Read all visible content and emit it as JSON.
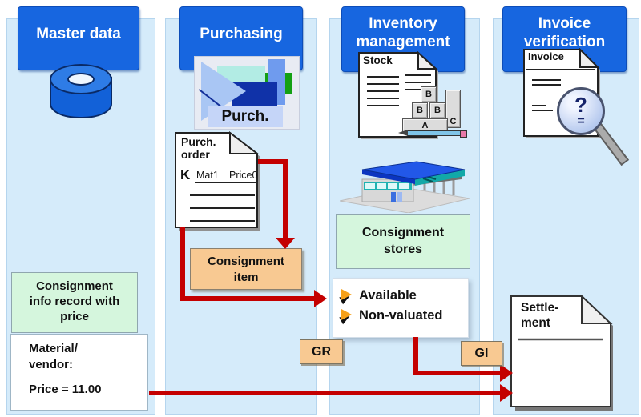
{
  "colors": {
    "header_blue": "#1766e0",
    "panel_blue": "#d5ebfa",
    "green_box": "#d5f6dd",
    "peach_box": "#f8c992",
    "arrow_red": "#c40000"
  },
  "columns": {
    "master": {
      "title": "Master data"
    },
    "purchasing": {
      "title": "Purchasing"
    },
    "inventory": {
      "title1": "Inventory",
      "title2": "management"
    },
    "invoice": {
      "title1": "Invoice",
      "title2": "verification"
    }
  },
  "master": {
    "info_box": {
      "line1": "Consignment",
      "line2": "info record with",
      "line3": "price"
    },
    "material_box": {
      "line1": "Material/",
      "line2": "vendor:",
      "price": "Price = 11.00"
    }
  },
  "purchasing": {
    "icon_label": "Purch.",
    "order_doc": {
      "title1": "Purch.",
      "title2": "order",
      "k": "K",
      "mat": "Mat1",
      "price": "Price0"
    },
    "item_box": {
      "line1": "Consignment",
      "line2": "item"
    },
    "gr_badge": "GR"
  },
  "inventory": {
    "stock_doc": {
      "title": "Stock",
      "block_top": "B",
      "block_left": "B",
      "block_right": "B",
      "block_a": "A",
      "block_c": "C"
    },
    "stores_box": {
      "line1": "Consignment",
      "line2": "stores"
    },
    "status_box": {
      "items": [
        "Available",
        "Non-valuated"
      ]
    },
    "gi_badge": "GI"
  },
  "invoice_verification": {
    "doc_title": "Invoice",
    "magnifier": {
      "question": "?",
      "equals": "="
    },
    "settlement_doc": {
      "line1": "Settle-",
      "line2": "ment"
    }
  }
}
